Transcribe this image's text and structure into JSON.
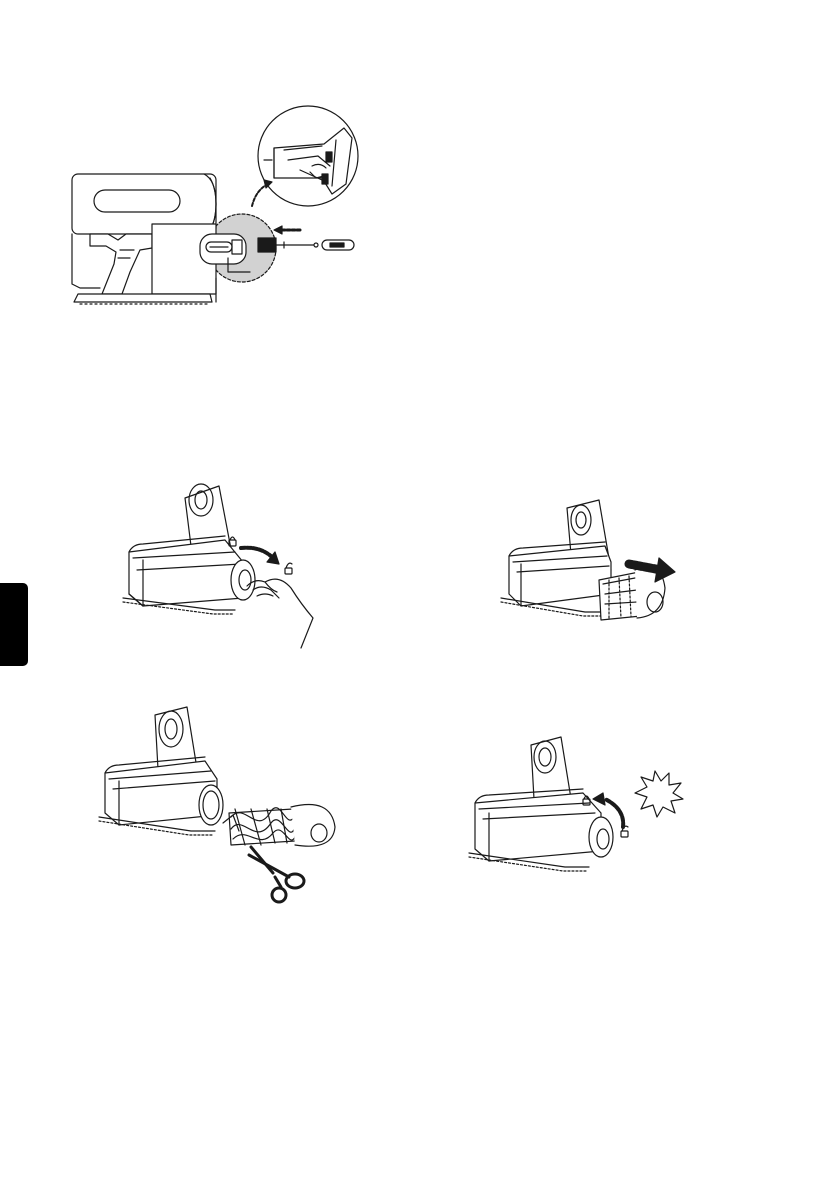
{
  "colors": {
    "line": "#1a1a1a",
    "tab": "#000000",
    "highlight": "#d2d2d2",
    "background": "#ffffff"
  },
  "figures": [
    {
      "id": "charge",
      "icon": "vacuum-charging-illustration"
    },
    {
      "id": "unlock",
      "icon": "brush-cover-unlock-illustration"
    },
    {
      "id": "pull",
      "icon": "brush-roll-remove-illustration"
    },
    {
      "id": "cut",
      "icon": "hair-cut-scissors-illustration"
    },
    {
      "id": "lock",
      "icon": "brush-roll-reinsert-lock-illustration"
    }
  ],
  "side_tab": {
    "icon": "section-tab"
  }
}
